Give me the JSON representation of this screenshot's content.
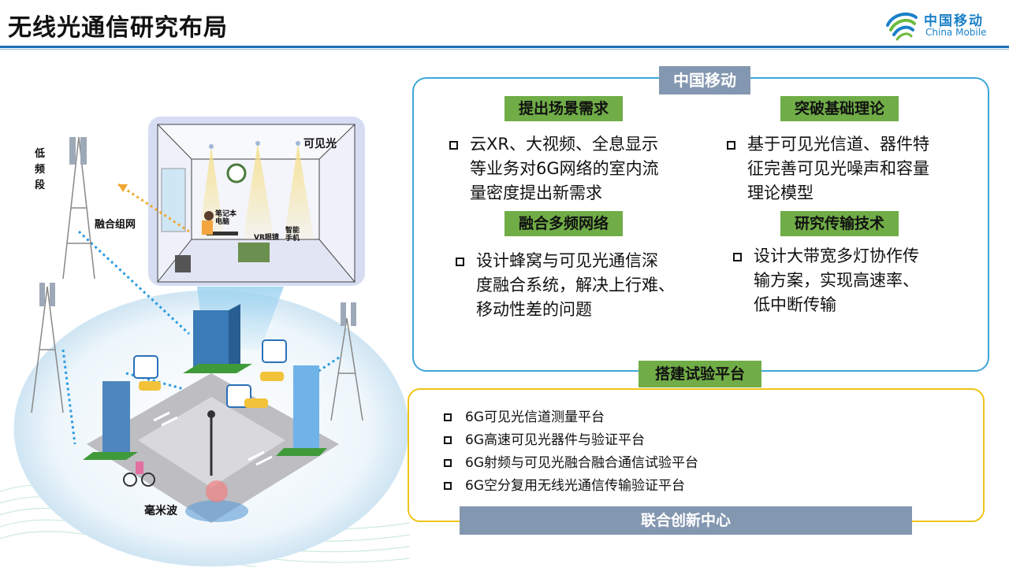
{
  "header": {
    "title": "无线光通信研究布局"
  },
  "logo": {
    "cn": "中国移动",
    "en": "China Mobile"
  },
  "illustration": {
    "label_low_band": "低\n频\n段",
    "label_fusion": "融合组网",
    "label_visible_light": "可见光",
    "label_laptop": "笔记本\n电脑",
    "label_vr": "VR眼镜",
    "label_phone": "智能\n手机",
    "label_mmwave": "毫米波"
  },
  "panel_top": {
    "badge": "中国移动",
    "items": [
      {
        "tag": "提出场景需求",
        "text": "云XR、大视频、全息显示\n等业务对6G网络的室内流\n量密度提出新需求"
      },
      {
        "tag": "突破基础理论",
        "text": "基于可见光信道、器件特\n征完善可见光噪声和容量\n理论模型"
      },
      {
        "tag": "融合多频网络",
        "text": "设计蜂窝与可见光通信深\n度融合系统，解决上行难、\n移动性差的问题"
      },
      {
        "tag": "研究传输技术",
        "text": "设计大带宽多灯协作传\n输方案，实现高速率、\n低中断传输"
      }
    ]
  },
  "panel_bottom": {
    "tag": "搭建试验平台",
    "platforms": [
      "6G可见光信道测量平台",
      "6G高速可见光器件与验证平台",
      "6G射频与可见光融合融合通信试验平台",
      "6G空分复用无线光通信传输验证平台"
    ],
    "footer": "联合创新中心"
  },
  "colors": {
    "accent_blue": "#1f6fb5",
    "tag_green": "#70ad47",
    "badge_grey": "#8497b0",
    "frame_blue": "#3ea6d8",
    "frame_yellow": "#f0c419"
  }
}
